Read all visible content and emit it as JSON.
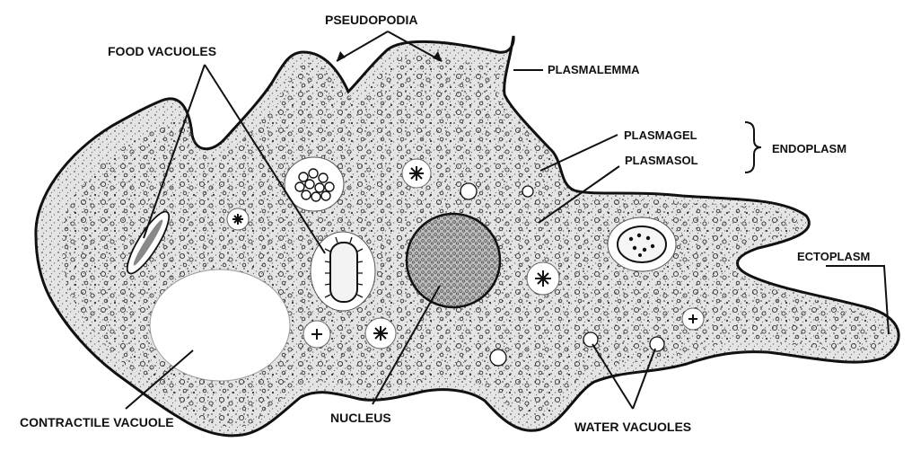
{
  "labels": {
    "pseudopodia": "PSEUDOPODIA",
    "food_vacuoles": "FOOD VACUOLES",
    "plasmalemma": "PLASMALEMMA",
    "plasmagel": "PLASMAGEL",
    "plasmasol": "PLASMASOL",
    "endoplasm": "ENDOPLASM",
    "ectoplasm": "ECTOPLASM",
    "contractile_vacuole": "CONTRACTILE VACUOLE",
    "nucleus": "NUCLEUS",
    "water_vacuoles": "WATER VACUOLES"
  },
  "colors": {
    "ink": "#111111",
    "cytoplasm": "#d9d9d9",
    "background": "#ffffff"
  }
}
